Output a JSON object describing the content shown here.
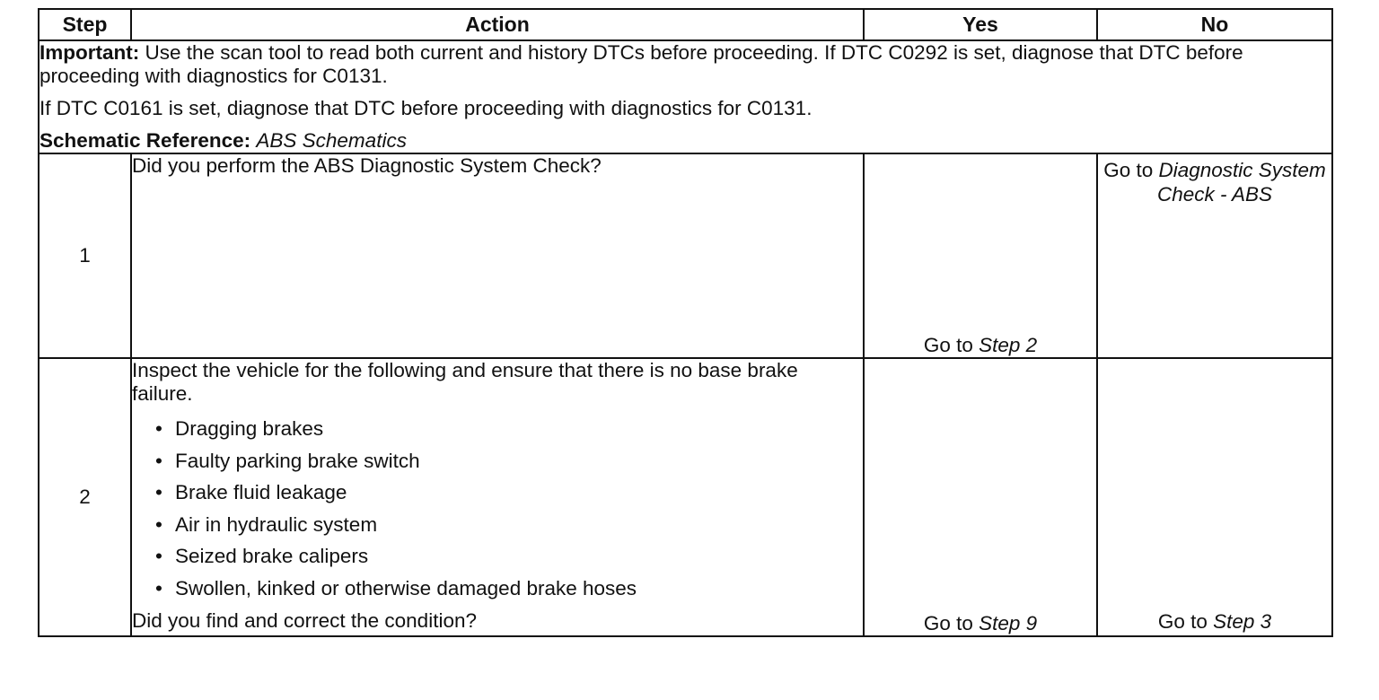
{
  "headers": {
    "step": "Step",
    "action": "Action",
    "yes": "Yes",
    "no": "No"
  },
  "important": {
    "label": "Important:",
    "text": " Use the scan tool to read both current and history DTCs before proceeding. If DTC C0292 is set, diagnose that DTC before proceeding with diagnostics for C0131.",
    "text2": "If DTC C0161 is set, diagnose that DTC before proceeding with diagnostics for C0131."
  },
  "schematic": {
    "label": "Schematic Reference:",
    "value": "ABS Schematics"
  },
  "steps": [
    {
      "num": "1",
      "question": "Did you perform the ABS Diagnostic System Check?",
      "yes_prefix": "Go to ",
      "yes_ref": "Step 2",
      "no_prefix": "Go to ",
      "no_ref": "Diagnostic System Check - ABS"
    },
    {
      "num": "2",
      "intro": "Inspect the vehicle for the following and ensure that there is no base brake failure.",
      "bullets": [
        "Dragging brakes",
        "Faulty parking brake switch",
        "Brake fluid leakage",
        "Air in hydraulic system",
        "Seized brake calipers",
        "Swollen, kinked or otherwise damaged brake hoses"
      ],
      "bullet_char": "•",
      "question": "Did you find and correct the condition?",
      "yes_prefix": "Go to ",
      "yes_ref": "Step 9",
      "no_prefix": "Go to ",
      "no_ref": "Step 3"
    }
  ]
}
